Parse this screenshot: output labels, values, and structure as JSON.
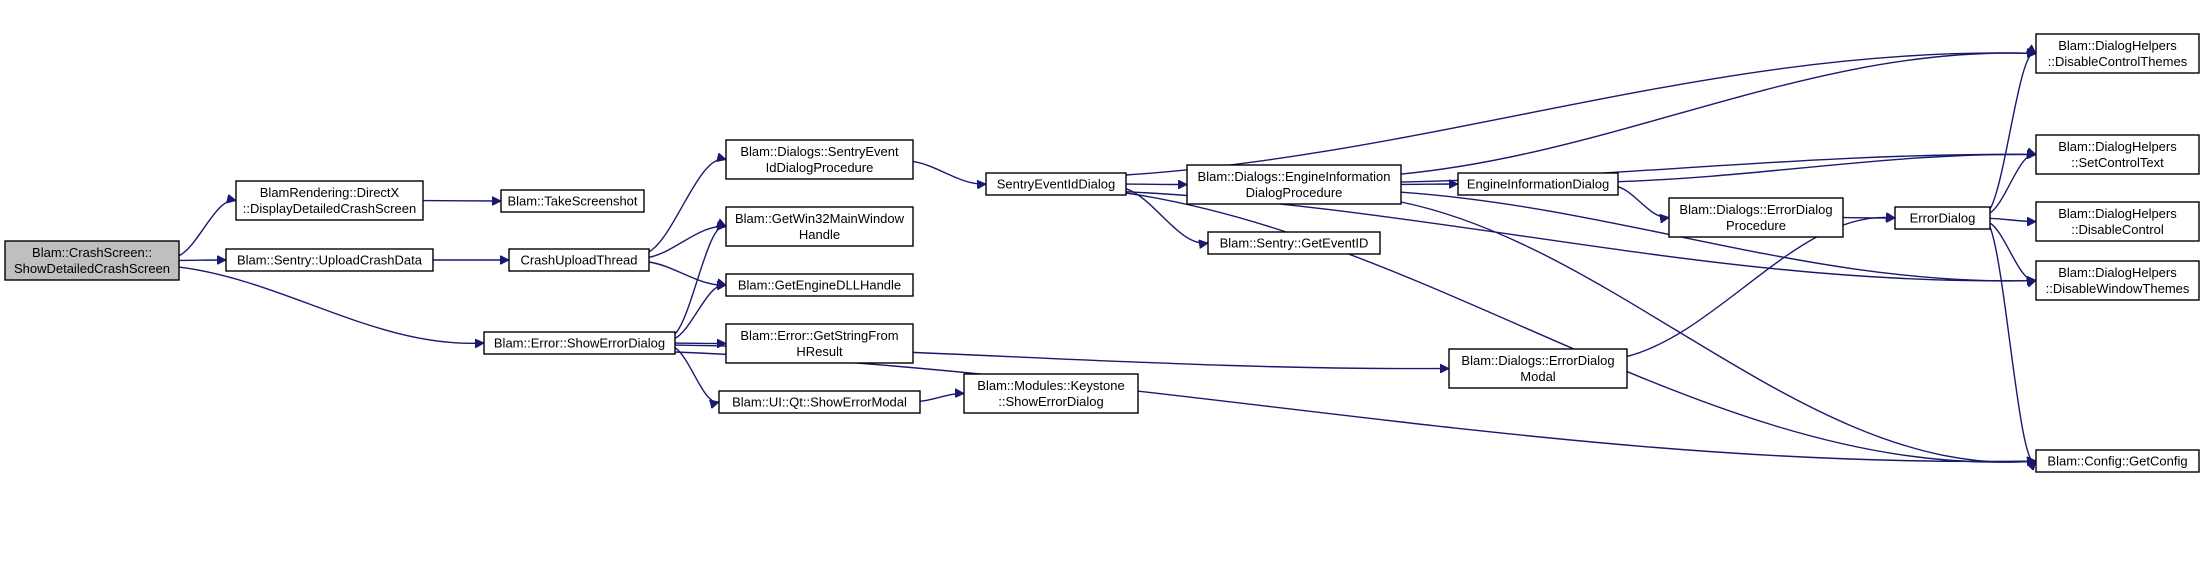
{
  "graph": {
    "nodes": [
      {
        "id": "n0",
        "lines": [
          "Blam::CrashScreen::",
          "ShowDetailedCrashScreen"
        ],
        "root": true
      },
      {
        "id": "n1",
        "lines": [
          "BlamRendering::DirectX",
          "::DisplayDetailedCrashScreen"
        ]
      },
      {
        "id": "n2",
        "lines": [
          "Blam::Sentry::UploadCrashData"
        ]
      },
      {
        "id": "n3",
        "lines": [
          "Blam::Error::ShowErrorDialog"
        ]
      },
      {
        "id": "n4",
        "lines": [
          "Blam::TakeScreenshot"
        ]
      },
      {
        "id": "n5",
        "lines": [
          "CrashUploadThread"
        ]
      },
      {
        "id": "n6",
        "lines": [
          "Blam::Dialogs::SentryEvent",
          "IdDialogProcedure"
        ]
      },
      {
        "id": "n7",
        "lines": [
          "Blam::GetWin32MainWindow",
          "Handle"
        ]
      },
      {
        "id": "n8",
        "lines": [
          "Blam::GetEngineDLLHandle"
        ]
      },
      {
        "id": "n9",
        "lines": [
          "Blam::Error::GetStringFrom",
          "HResult"
        ]
      },
      {
        "id": "n10",
        "lines": [
          "Blam::UI::Qt::ShowErrorModal"
        ]
      },
      {
        "id": "n11",
        "lines": [
          "Blam::Modules::Keystone",
          "::ShowErrorDialog"
        ]
      },
      {
        "id": "n12",
        "lines": [
          "SentryEventIdDialog"
        ]
      },
      {
        "id": "n13",
        "lines": [
          "Blam::Dialogs::EngineInformation",
          "DialogProcedure"
        ]
      },
      {
        "id": "n14",
        "lines": [
          "Blam::Sentry::GetEventID"
        ]
      },
      {
        "id": "n15",
        "lines": [
          "Blam::Dialogs::ErrorDialog",
          "Modal"
        ]
      },
      {
        "id": "n16",
        "lines": [
          "EngineInformationDialog"
        ]
      },
      {
        "id": "n17",
        "lines": [
          "Blam::Dialogs::ErrorDialog",
          "Procedure"
        ]
      },
      {
        "id": "n18",
        "lines": [
          "ErrorDialog"
        ]
      },
      {
        "id": "n19",
        "lines": [
          "Blam::DialogHelpers",
          "::DisableControlThemes"
        ]
      },
      {
        "id": "n20",
        "lines": [
          "Blam::DialogHelpers",
          "::SetControlText"
        ]
      },
      {
        "id": "n21",
        "lines": [
          "Blam::DialogHelpers",
          "::DisableControl"
        ]
      },
      {
        "id": "n22",
        "lines": [
          "Blam::DialogHelpers",
          "::DisableWindowThemes"
        ]
      },
      {
        "id": "n23",
        "lines": [
          "Blam::Config::GetConfig"
        ]
      }
    ],
    "edges": [
      [
        "n0",
        "n1"
      ],
      [
        "n0",
        "n2"
      ],
      [
        "n0",
        "n3"
      ],
      [
        "n1",
        "n4"
      ],
      [
        "n2",
        "n5"
      ],
      [
        "n5",
        "n6"
      ],
      [
        "n5",
        "n7"
      ],
      [
        "n5",
        "n8"
      ],
      [
        "n3",
        "n7"
      ],
      [
        "n3",
        "n8"
      ],
      [
        "n3",
        "n9"
      ],
      [
        "n3",
        "n10"
      ],
      [
        "n3",
        "n15"
      ],
      [
        "n3",
        "n23"
      ],
      [
        "n10",
        "n11"
      ],
      [
        "n6",
        "n12"
      ],
      [
        "n12",
        "n13"
      ],
      [
        "n12",
        "n14"
      ],
      [
        "n12",
        "n19"
      ],
      [
        "n12",
        "n22"
      ],
      [
        "n12",
        "n23"
      ],
      [
        "n13",
        "n16"
      ],
      [
        "n13",
        "n20"
      ],
      [
        "n13",
        "n19"
      ],
      [
        "n13",
        "n22"
      ],
      [
        "n13",
        "n23"
      ],
      [
        "n16",
        "n17"
      ],
      [
        "n16",
        "n20"
      ],
      [
        "n17",
        "n18"
      ],
      [
        "n15",
        "n18"
      ],
      [
        "n18",
        "n19"
      ],
      [
        "n18",
        "n20"
      ],
      [
        "n18",
        "n21"
      ],
      [
        "n18",
        "n22"
      ],
      [
        "n18",
        "n23"
      ]
    ]
  }
}
